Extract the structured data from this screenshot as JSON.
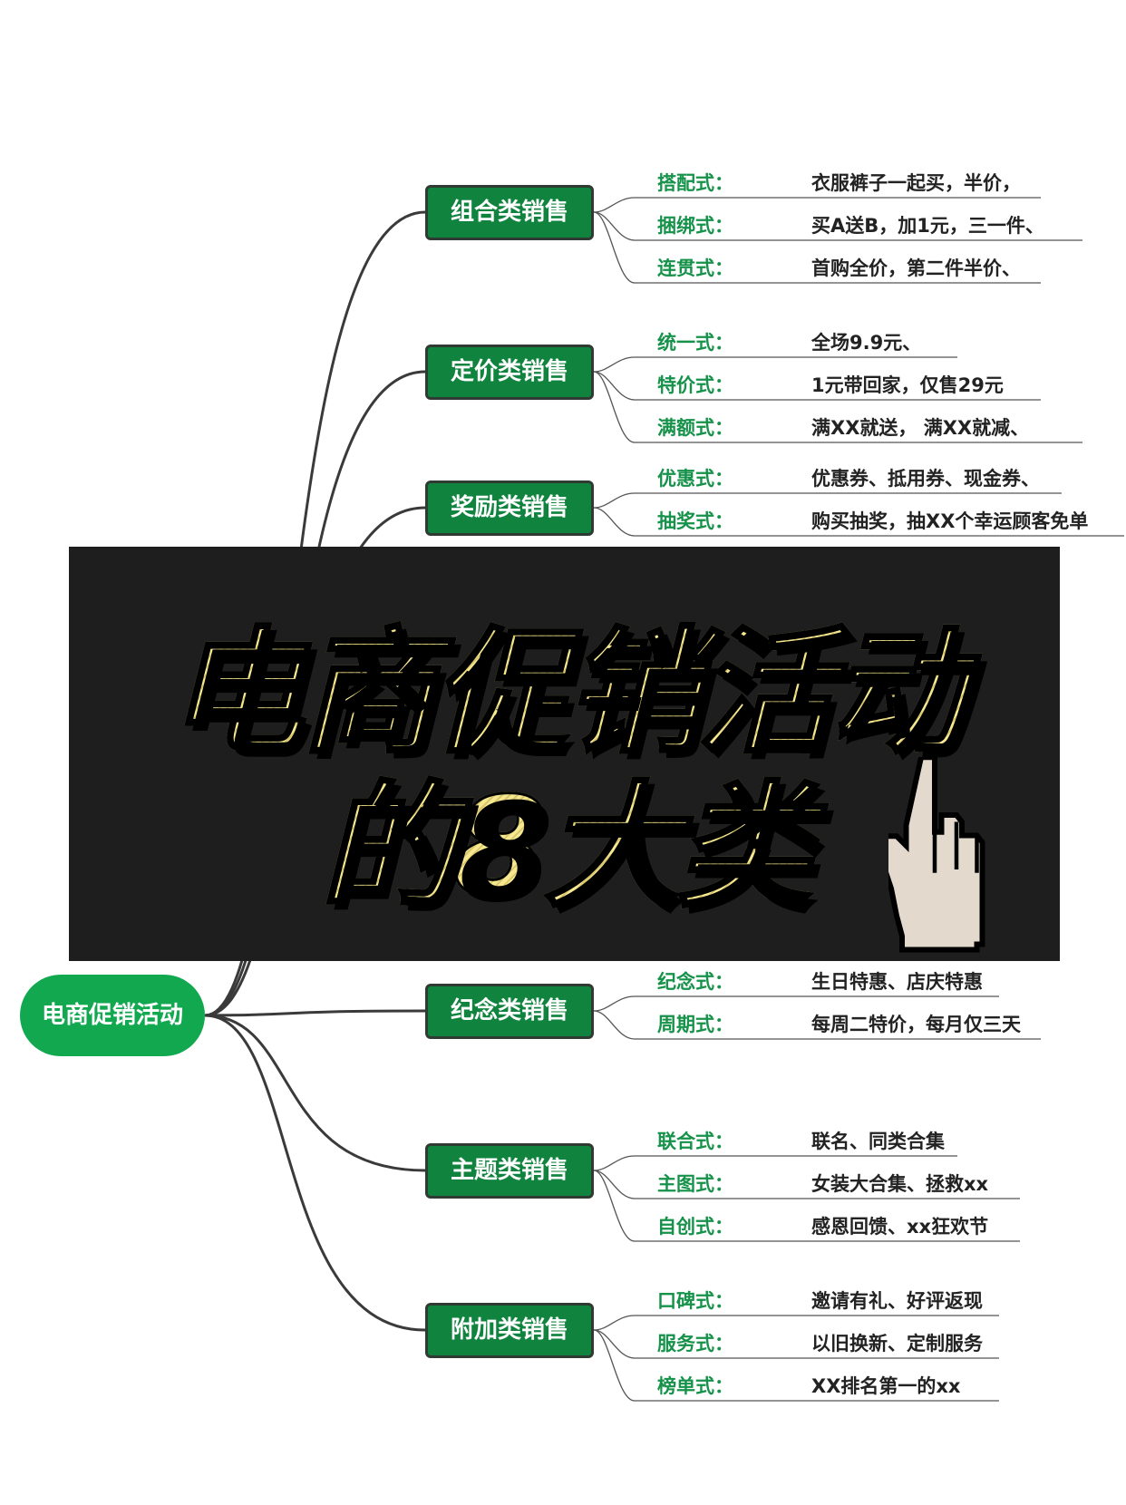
{
  "root": {
    "label": "电商促销活动"
  },
  "banner": {
    "line1": "电商促销活动",
    "line2": "的8大类"
  },
  "categories": [
    {
      "label": "组合类销售",
      "items": [
        {
          "k": "搭配式：",
          "v": "衣服裤子一起买，半价，"
        },
        {
          "k": "捆绑式：",
          "v": "买A送B，加1元，三一件、"
        },
        {
          "k": "连贯式：",
          "v": "首购全价，第二件半价、"
        }
      ]
    },
    {
      "label": "定价类销售",
      "items": [
        {
          "k": "统一式：",
          "v": "全场9.9元、"
        },
        {
          "k": "特价式：",
          "v": "1元带回家，仅售29元"
        },
        {
          "k": "满额式：",
          "v": "满XX就送， 满XX就减、"
        }
      ]
    },
    {
      "label": "奖励类销售",
      "items": [
        {
          "k": "优惠式：",
          "v": "优惠券、抵用券、现金券、"
        },
        {
          "k": "抽奖式：",
          "v": "购买抽奖，抽XX个幸运顾客免单"
        }
      ]
    },
    {
      "label": "纪念类销售",
      "items": [
        {
          "k": "纪念式：",
          "v": "生日特惠、店庆特惠"
        },
        {
          "k": "周期式：",
          "v": "每周二特价，每月仅三天"
        }
      ]
    },
    {
      "label": "主题类销售",
      "items": [
        {
          "k": "联合式：",
          "v": "联名、同类合集"
        },
        {
          "k": "主图式：",
          "v": "女装大合集、拯救xx"
        },
        {
          "k": "自创式：",
          "v": "感恩回馈、xx狂欢节"
        }
      ]
    },
    {
      "label": "附加类销售",
      "items": [
        {
          "k": "口碑式：",
          "v": "邀请有礼、好评返现"
        },
        {
          "k": "服务式：",
          "v": "以旧换新、定制服务"
        },
        {
          "k": "榜单式：",
          "v": "XX排名第一的xx"
        }
      ]
    }
  ]
}
